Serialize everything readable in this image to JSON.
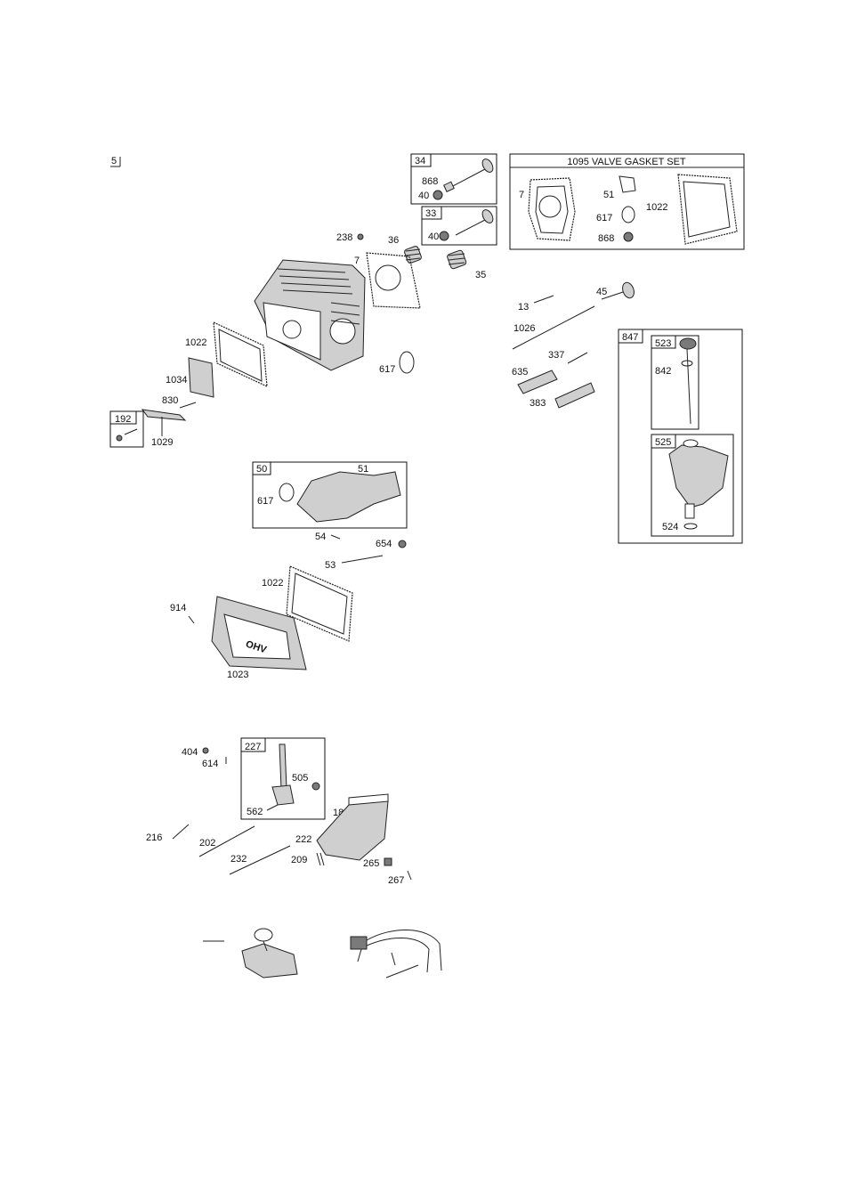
{
  "page": {
    "section_number": "5"
  },
  "kits": {
    "k34": "34",
    "k33": "33",
    "k1095_title": "1095 VALVE GASKET SET",
    "k192": "192",
    "k50": "50",
    "k847": "847",
    "k523": "523",
    "k525": "525",
    "k227": "227"
  },
  "labels": {
    "l868a": "868",
    "l40a": "40",
    "l40b": "40",
    "l238": "238",
    "l36": "36",
    "l7": "7",
    "l35": "35",
    "l1022a": "1022",
    "l617a": "617",
    "l1034": "1034",
    "l830": "830",
    "l1029": "1029",
    "g7": "7",
    "g51": "51",
    "g617": "617",
    "g868": "868",
    "g1022": "1022",
    "l13": "13",
    "l45": "45",
    "l1026": "1026",
    "l337": "337",
    "l635": "635",
    "l383": "383",
    "l842": "842",
    "l524": "524",
    "l617b": "617",
    "l51b": "51",
    "l54": "54",
    "l654": "654",
    "l53": "53",
    "l1022b": "1022",
    "l914": "914",
    "l1023": "1023",
    "l404": "404",
    "l614": "614",
    "l505": "505",
    "l562": "562",
    "l188": "188",
    "l216": "216",
    "l202": "202",
    "l222": "222",
    "l232": "232",
    "l209": "209",
    "l265": "265",
    "l267": "267"
  },
  "cover_logo": "OHV"
}
